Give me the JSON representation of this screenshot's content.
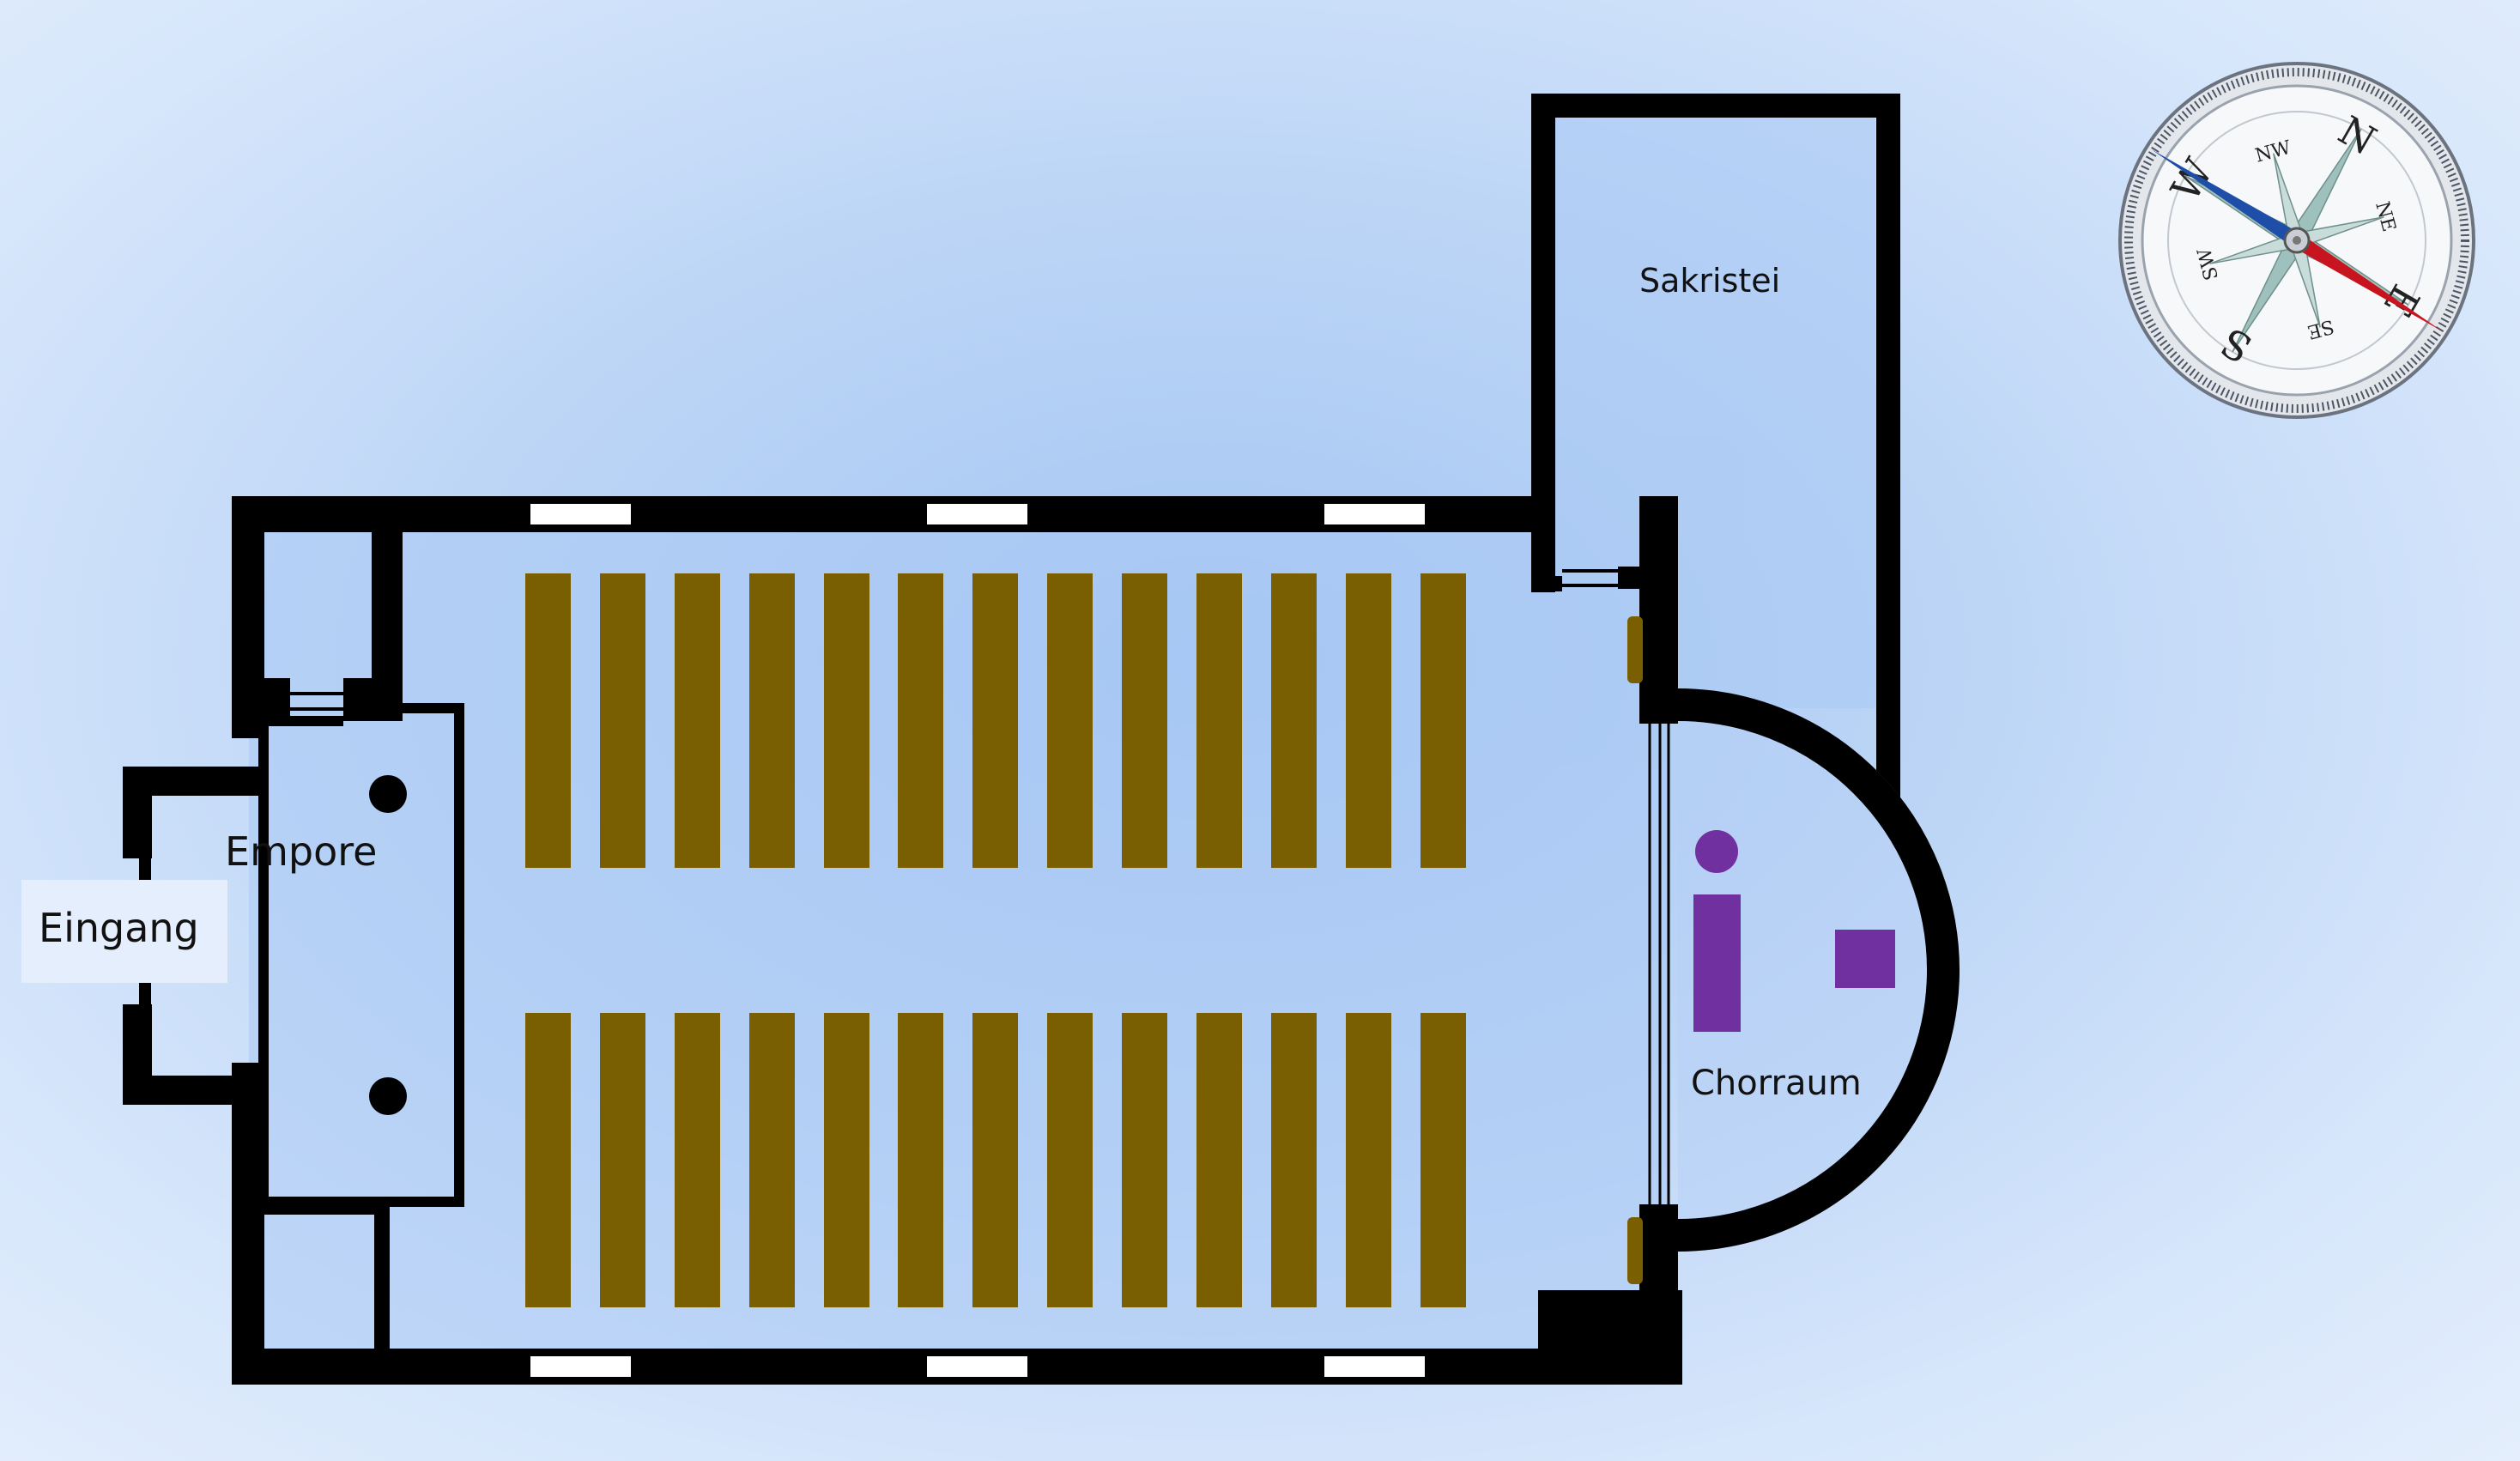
{
  "labels": {
    "entrance": "Eingang",
    "gallery": "Empore",
    "sacristy": "Sakristei",
    "choir": "Chorraum"
  },
  "compass": {
    "cardinals": [
      "W",
      "N",
      "E",
      "S"
    ],
    "intercardinals": [
      "NW",
      "NE",
      "SE",
      "SW"
    ],
    "north_needle_color": "#c8141e",
    "south_needle_color": "#1e4ea8"
  },
  "pews": {
    "per_block": 13,
    "blocks": 2,
    "color": "#7a5e02"
  },
  "colors": {
    "wall": "#000000",
    "liturgical_furniture": "#7030a0",
    "window": "#ffffff"
  }
}
